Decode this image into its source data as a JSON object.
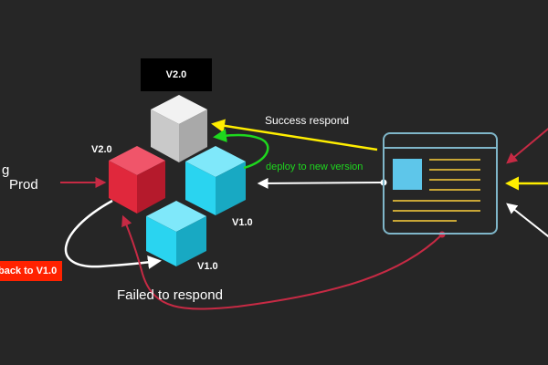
{
  "labels": {
    "top_tag": "V2.0",
    "left_text_line1": "g",
    "left_text_line2": "Prod",
    "red_cube_version": "V2.0",
    "cyan_right_version": "V1.0",
    "cyan_bottom_version": "V1.0",
    "success": "Success respond",
    "deploy": "deploy to new version",
    "failed": "Failed to respond",
    "rollback": "back to V1.0"
  },
  "colors": {
    "background": "#262626",
    "cube_gray": "#dcdcdc",
    "cube_red": "#e0283c",
    "cube_cyan": "#2ad4f0",
    "arrow_yellow": "#ffee00",
    "arrow_green": "#1ed81e",
    "arrow_red": "#c62a44",
    "panel_stroke": "#7fb6c9",
    "panel_image": "#5ec6ea",
    "panel_lines": "#c8a636",
    "rollback_bg": "#ff2200"
  }
}
